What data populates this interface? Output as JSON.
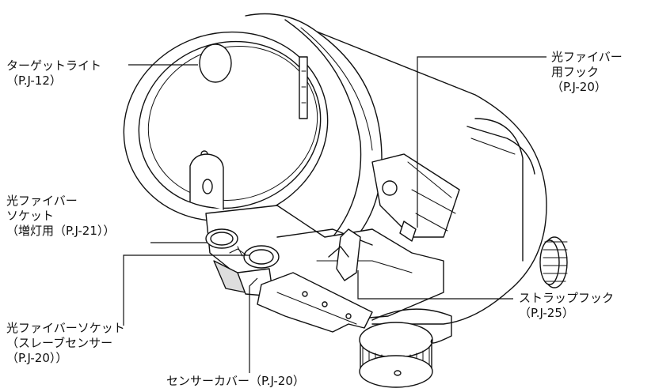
{
  "labels": {
    "target_light": [
      "ターゲットライト",
      "（P.J-12）"
    ],
    "fiber_hook": [
      "光ファイバー",
      "用フック",
      "（P.J-20）"
    ],
    "fiber_socket_aux": [
      "光ファイバー",
      "ソケット",
      "（増灯用（P.J-21））"
    ],
    "fiber_socket_slave": [
      "光ファイバーソケット",
      "（スレーブセンサー",
      "（P.J-20））"
    ],
    "strap_hook": [
      "ストラップフック",
      "（P.J-25）"
    ],
    "sensor_cover": [
      "センサーカバー（P.J-20）"
    ]
  },
  "colors": {
    "line": "#111111",
    "fill": "#ffffff",
    "shade": "#e9e9e9"
  }
}
